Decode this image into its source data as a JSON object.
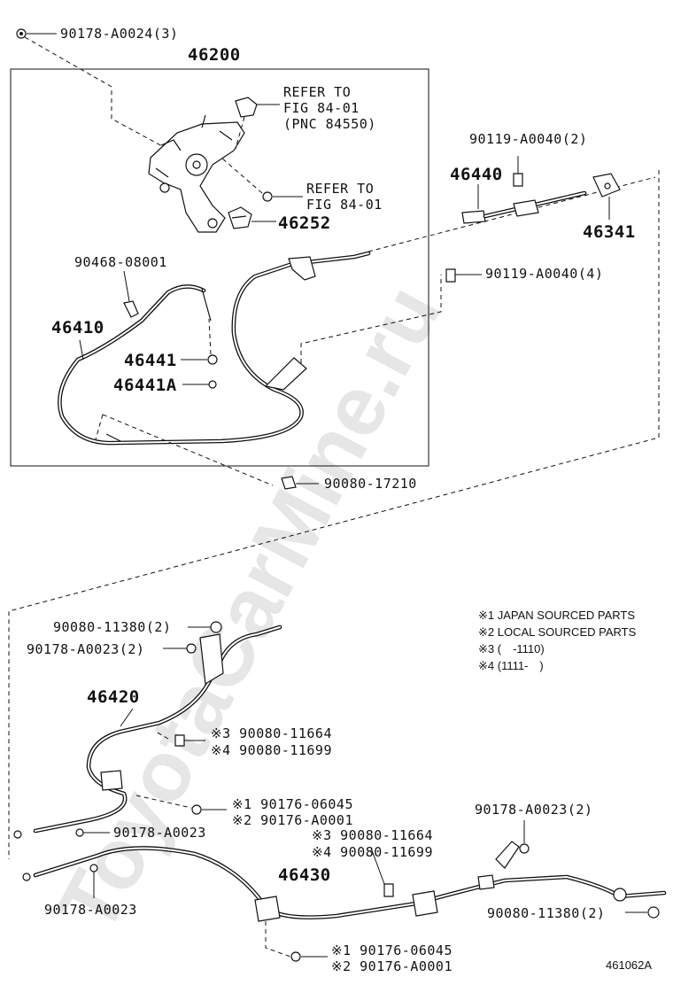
{
  "parts": {
    "p_90178_A0024": "90178-A0024(3)",
    "p_46200": "46200",
    "refer_1_line1": "REFER TO",
    "refer_1_line2": "FIG 84-01",
    "refer_1_line3": "(PNC 84550)",
    "refer_2_line1": "REFER TO",
    "refer_2_line2": "FIG 84-01",
    "p_46252": "46252",
    "p_90119_A0040_2": "90119-A0040(2)",
    "p_46440": "46440",
    "p_46341": "46341",
    "p_90468_08001": "90468-08001",
    "p_90119_A0040_4": "90119-A0040(4)",
    "p_46410": "46410",
    "p_46441": "46441",
    "p_46441A": "46441A",
    "p_90080_17210": "90080-17210",
    "p_90080_11380_2a": "90080-11380(2)",
    "p_90178_A0023_2a": "90178-A0023(2)",
    "p_46420": "46420",
    "p_90080_11664_a": "※3 90080-11664",
    "p_90080_11699_a": "※4 90080-11699",
    "p_90176_06045_a": "※1 90176-06045",
    "p_90176_A0001_a": "※2 90176-A0001",
    "p_90178_A0023_a": "90178-A0023",
    "p_90178_A0023_2b": "90178-A0023(2)",
    "p_90080_11664_b": "※3 90080-11664",
    "p_90080_11699_b": "※4 90080-11699",
    "p_46430": "46430",
    "p_90178_A0023_b": "90178-A0023",
    "p_90080_11380_2b": "90080-11380(2)",
    "p_90176_06045_b": "※1 90176-06045",
    "p_90176_A0001_b": "※2 90176-A0001"
  },
  "legend": {
    "n1": "※1 JAPAN SOURCED PARTS",
    "n2": "※2 LOCAL SOURCED PARTS",
    "n3": "※3 (　-1110)",
    "n4": "※4 (1111-　)"
  },
  "figure_id": "461062A",
  "watermark": "ToyotaCarMine.ru"
}
